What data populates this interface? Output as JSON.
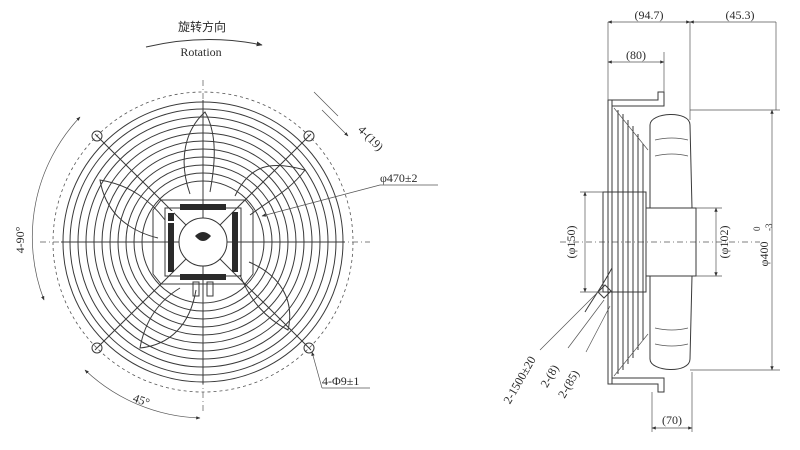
{
  "front_view": {
    "rotation_cn": "旋转方向",
    "rotation_en": "Rotation",
    "dim_slots": "4-(19)",
    "dim_grill_dia": "φ470±2",
    "dim_hole_angle": "4-90°",
    "dim_angle_45": "45°",
    "dim_holes": "4-Φ9±1"
  },
  "side_view": {
    "dim_total_depth": "(94.7)",
    "dim_fan_depth": "(45.3)",
    "dim_guard_depth": "(80)",
    "dim_motor_dia": "(φ150)",
    "dim_hub_dia": "(φ102)",
    "dim_blade_dia": "φ400",
    "dim_blade_tol_upper": "0",
    "dim_blade_tol_lower": "-3",
    "dim_cable": "2-1500±20",
    "dim_cable_8": "2-(8)",
    "dim_cable_85": "2-(85)",
    "dim_bottom": "(70)"
  }
}
